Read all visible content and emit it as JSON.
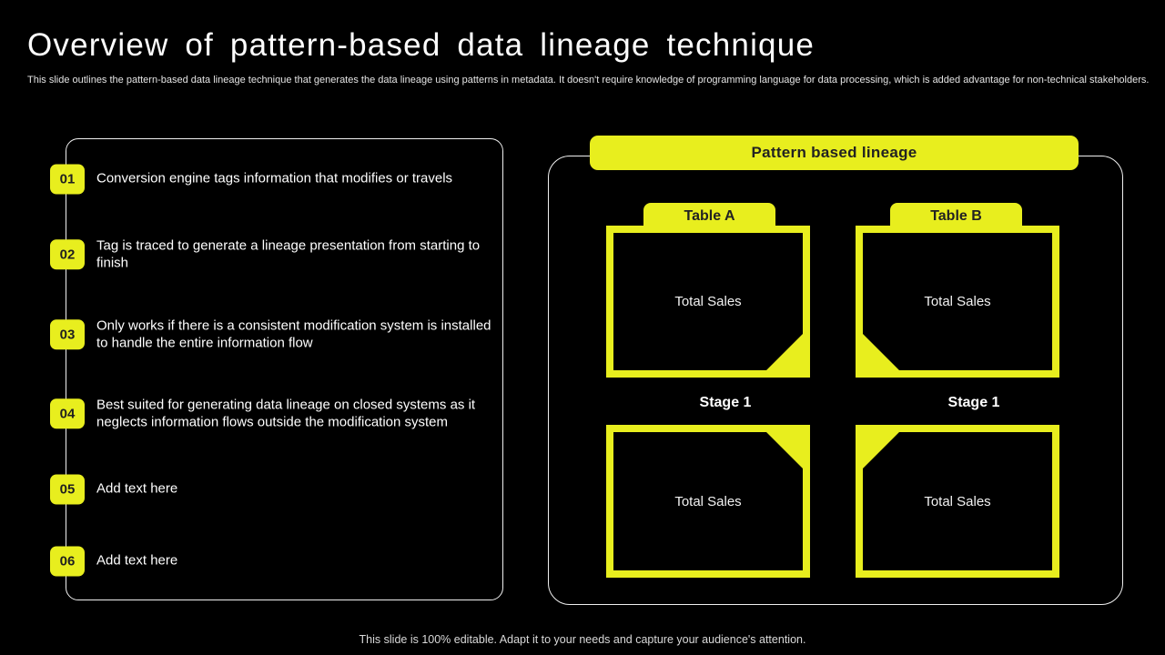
{
  "slide": {
    "title": "Overview of pattern-based data lineage technique",
    "subtitle": "This slide outlines the pattern-based data lineage technique that generates the data lineage using patterns in metadata. It doesn't require knowledge of programming language for data processing, which is added advantage for non-technical stakeholders.",
    "footer": "This slide is 100% editable. Adapt it to your needs and capture your audience's attention."
  },
  "steps": [
    {
      "number": "01",
      "text": "Conversion engine tags information that modifies or travels"
    },
    {
      "number": "02",
      "text": "Tag is traced to generate a lineage presentation from starting to finish"
    },
    {
      "number": "03",
      "text": "Only works if there is a consistent modification system is installed to handle the entire information flow"
    },
    {
      "number": "04",
      "text": "Best suited for generating data lineage on closed systems as it neglects information flows outside the modification system"
    },
    {
      "number": "05",
      "text": "Add text here"
    },
    {
      "number": "06",
      "text": "Add text here"
    }
  ],
  "diagram": {
    "title": "Pattern based lineage",
    "columns": [
      {
        "tab": "Table A",
        "top_box": "Total Sales",
        "stage": "Stage 1",
        "bottom_box": "Total Sales"
      },
      {
        "tab": "Table B",
        "top_box": "Total Sales",
        "stage": "Stage 1",
        "bottom_box": "Total Sales"
      }
    ]
  },
  "colors": {
    "accent_yellow": "#e8ee1e",
    "background": "#000000",
    "panel_border": "#f0f0f0",
    "dark_text": "#222222",
    "light_text": "#ffffff"
  }
}
